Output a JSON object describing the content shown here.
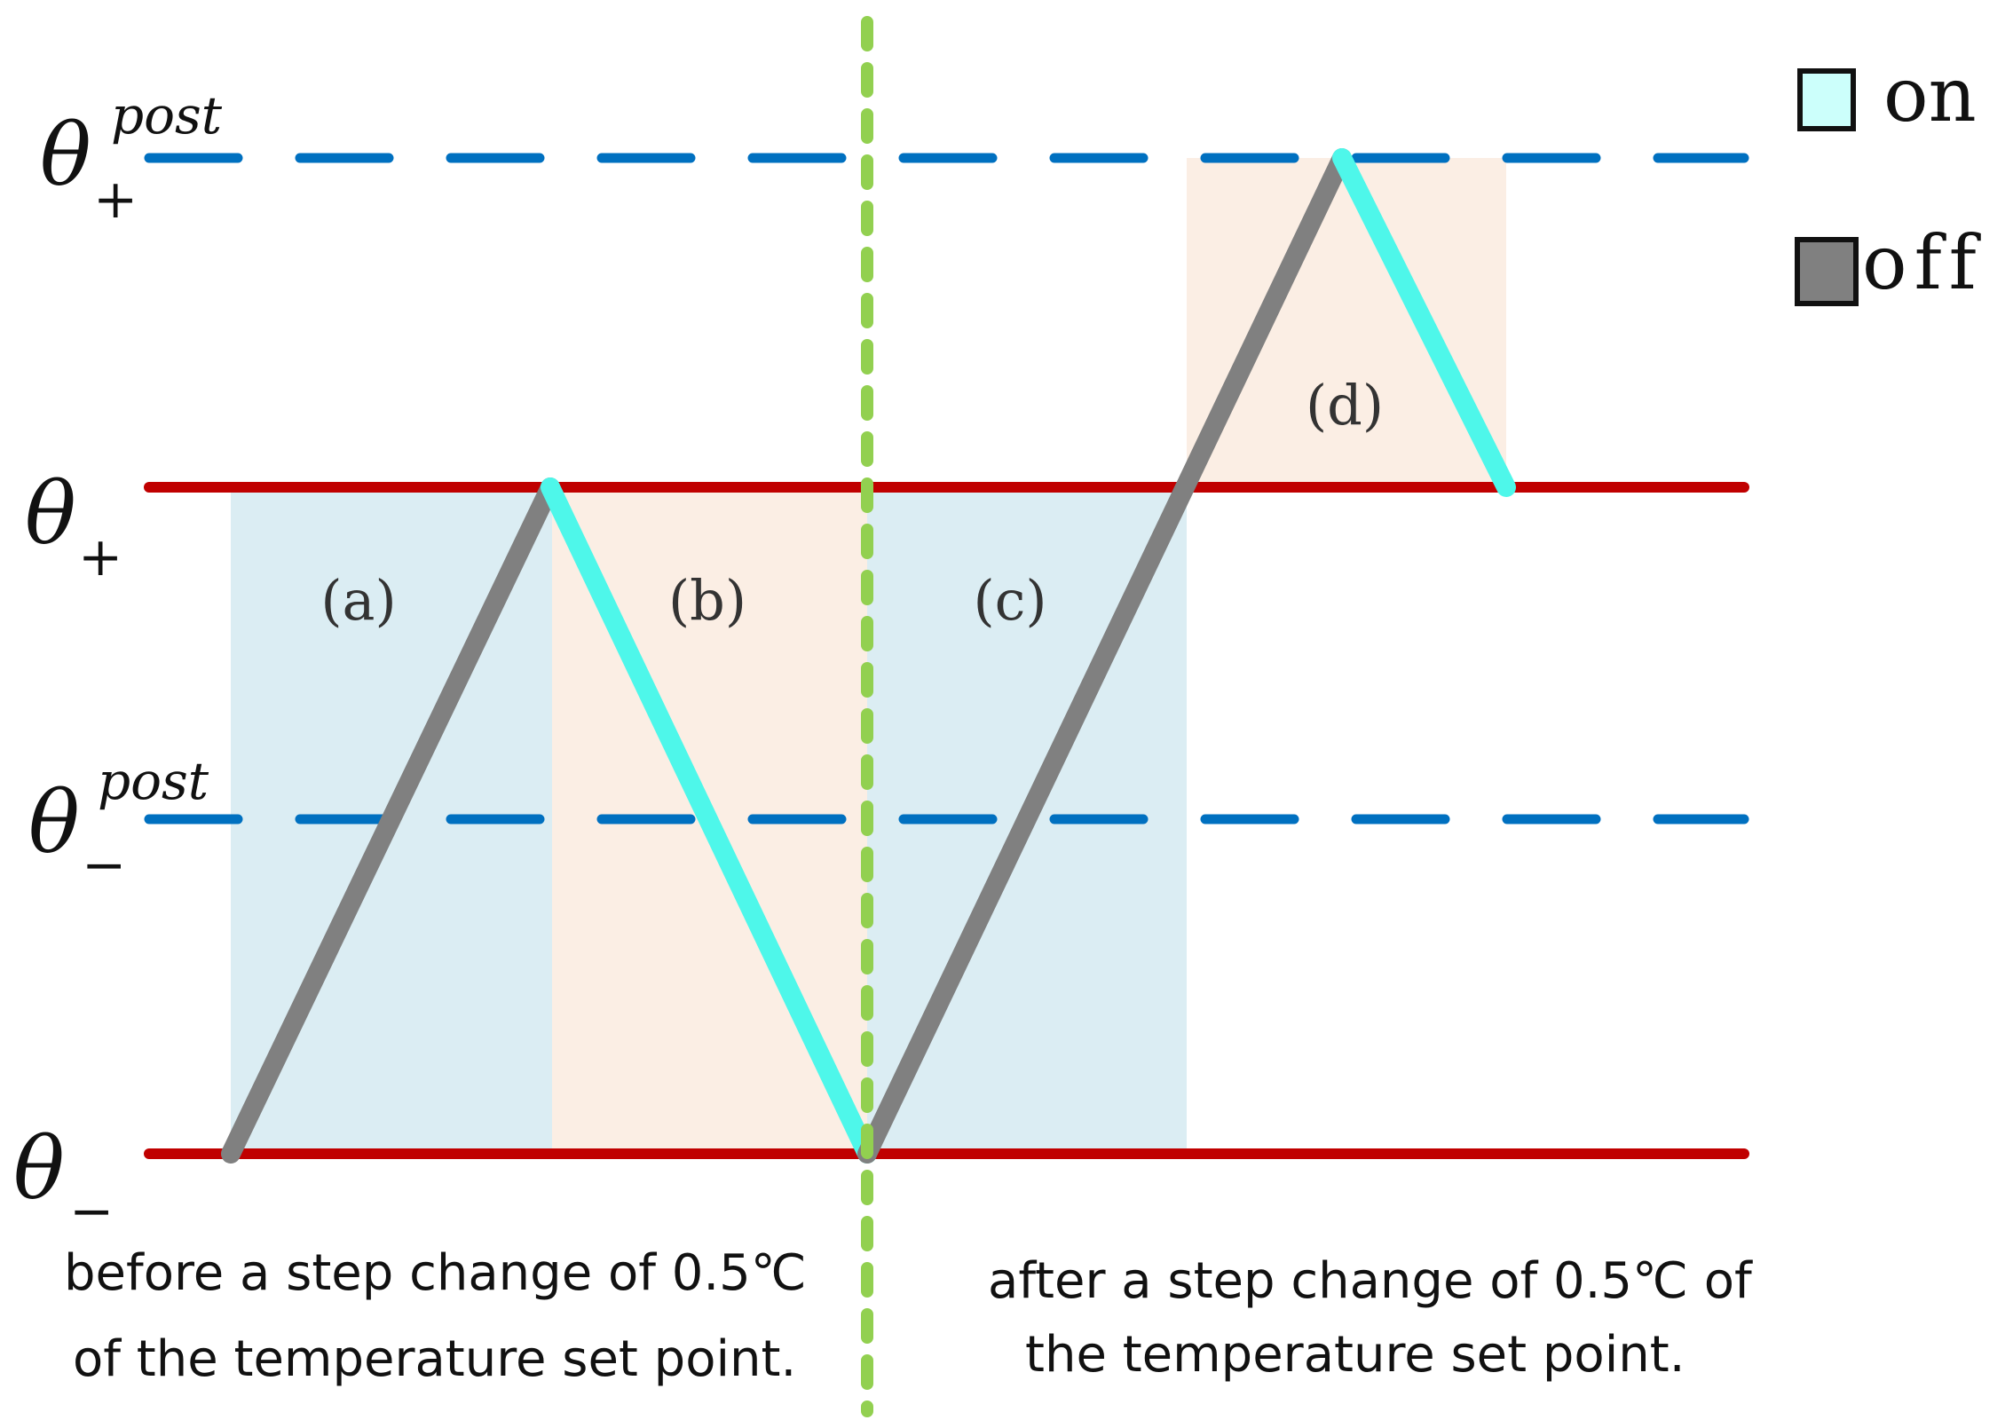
{
  "labels": {
    "theta_plus_post": {
      "symbol": "θ",
      "sub": "+",
      "sup": "post"
    },
    "theta_plus": {
      "symbol": "θ",
      "sub": "+"
    },
    "theta_minus_post": {
      "symbol": "θ",
      "sub": "−",
      "sup": "post"
    },
    "theta_minus": {
      "symbol": "θ",
      "sub": "−"
    }
  },
  "regions": {
    "a": "(a)",
    "b": "(b)",
    "c": "(c)",
    "d": "(d)"
  },
  "legend": {
    "on": {
      "label": "on",
      "color": "#4ef7ea"
    },
    "off": {
      "label": "off",
      "color": "#808080"
    }
  },
  "captions": {
    "before_line1": "before  a step change of 0.5℃",
    "before_line2": "of the temperature set point.",
    "after_line1": "after a step change of 0.5℃ of",
    "after_line2": "the temperature set point."
  },
  "colors": {
    "threshold_line": "#c00000",
    "post_threshold_dash": "#0070c0",
    "step_divider": "#92d050",
    "shade_blue": "#dbedf3",
    "shade_peach": "#fbeee4",
    "on_segment": "#4ef7ea",
    "off_segment": "#808080"
  }
}
